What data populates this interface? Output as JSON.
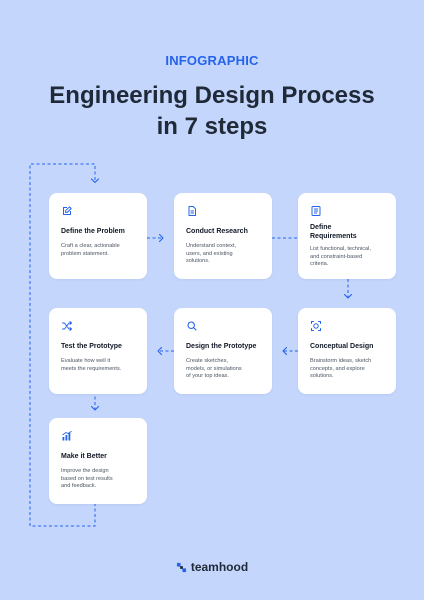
{
  "header": {
    "kicker": "INFOGRAPHIC",
    "title_line1": "Engineering Design Process",
    "title_line2": "in 7 steps"
  },
  "steps": [
    {
      "title": "Define the Problem",
      "desc_lines": [
        "Craft a clear, actionable",
        "problem statement."
      ],
      "icon": "edit-icon"
    },
    {
      "title": "Conduct Research",
      "desc_lines": [
        "Understand context,",
        "users, and existing",
        "solutions."
      ],
      "icon": "document-icon"
    },
    {
      "title_lines": [
        "Define",
        "Requirements"
      ],
      "desc_lines": [
        "List functional, technical,",
        "and constraint-based",
        "criteria."
      ],
      "icon": "list-icon"
    },
    {
      "title": "Conceptual Design",
      "desc_lines": [
        "Brainstorm ideas, sketch",
        "concepts, and explore",
        "solutions."
      ],
      "icon": "focus-icon"
    },
    {
      "title": "Design the Prototype",
      "desc_lines": [
        "Create sketches,",
        "models, or simulations",
        "of your top ideas."
      ],
      "icon": "search-icon"
    },
    {
      "title": "Test the Prototype",
      "desc_lines": [
        "Evaluate how well it",
        "meets the requirements."
      ],
      "icon": "shuffle-icon"
    },
    {
      "title": "Make it Better",
      "desc_lines": [
        "Improve the design",
        "based on test results",
        "and feedback."
      ],
      "icon": "chart-icon"
    }
  ],
  "brand": {
    "name": "teamhood",
    "icon": "teamhood-logo-icon"
  },
  "colors": {
    "background": "#c5d6fd",
    "accent": "#2563eb",
    "card": "#ffffff",
    "text": "#1f2937"
  }
}
